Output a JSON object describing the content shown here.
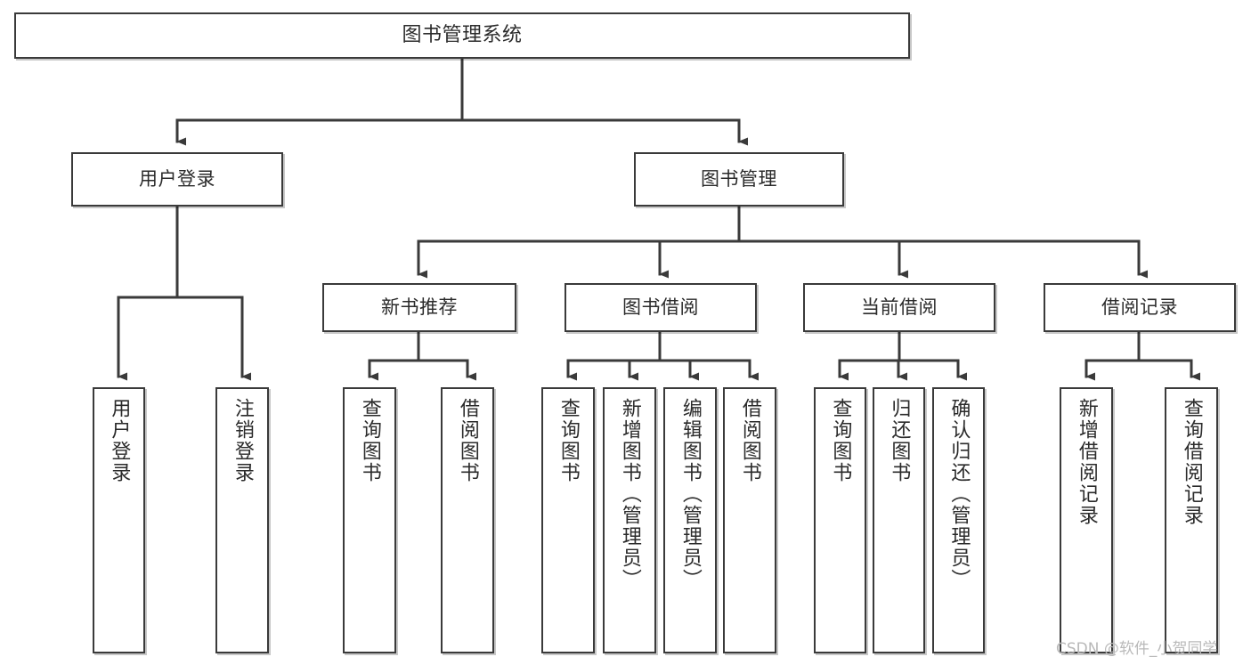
{
  "diagram": {
    "type": "tree-hierarchy",
    "title": "图书管理系统",
    "watermark": "CSDN @软件_小贺同学",
    "colors": {
      "stroke": "#3a3a3a",
      "text": "#2b2b2b",
      "background": "#ffffff",
      "watermark": "#b9b9b9"
    },
    "nodes": {
      "root": {
        "label": "图书管理系统"
      },
      "level2": [
        {
          "label": "用户登录"
        },
        {
          "label": "图书管理"
        }
      ],
      "level3": [
        {
          "label": "新书推荐"
        },
        {
          "label": "图书借阅"
        },
        {
          "label": "当前借阅"
        },
        {
          "label": "借阅记录"
        }
      ],
      "leaves": {
        "user_login": [
          {
            "label": "用户登录"
          },
          {
            "label": "注销登录"
          }
        ],
        "new_book": [
          {
            "label": "查询图书"
          },
          {
            "label": "借阅图书"
          }
        ],
        "book_borrow": [
          {
            "label": "查询图书"
          },
          {
            "label": "新增图书（管理员）"
          },
          {
            "label": "编辑图书（管理员）"
          },
          {
            "label": "借阅图书"
          }
        ],
        "current_borrow": [
          {
            "label": "查询图书"
          },
          {
            "label": "归还图书"
          },
          {
            "label": "确认归还（管理员）"
          }
        ],
        "borrow_record": [
          {
            "label": "新增借阅记录"
          },
          {
            "label": "查询借阅记录"
          }
        ]
      }
    }
  }
}
